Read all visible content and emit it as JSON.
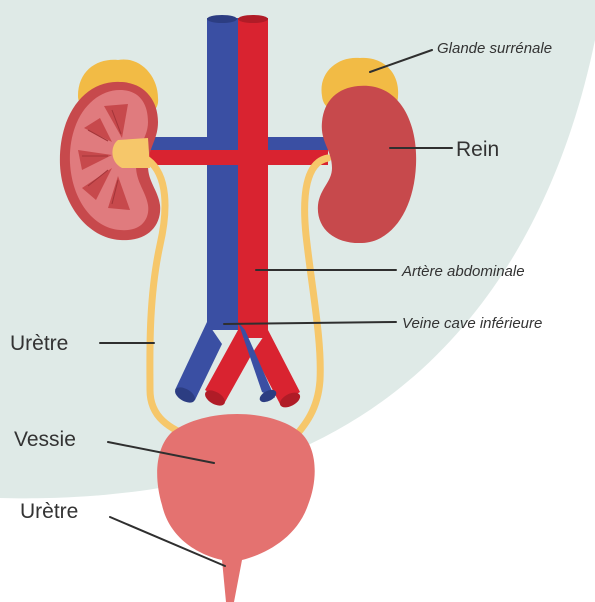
{
  "labels": {
    "adrenal_gland": "Glande surrénale",
    "kidney": "Rein",
    "abdominal_artery": "Artère abdominale",
    "inferior_vena_cava": "Veine cave inférieure",
    "ureter": "Urètre",
    "bladder": "Vessie",
    "urethra": "Urètre"
  },
  "colors": {
    "background_shape": "#dfeae7",
    "artery_red": "#d92330",
    "vein_blue": "#3a4fa3",
    "kidney": "#c7494c",
    "kidney_cortex": "#e07b7e",
    "adrenal": "#f2bb45",
    "ureter": "#f6c76a",
    "bladder": "#e47270",
    "text": "#333333"
  }
}
